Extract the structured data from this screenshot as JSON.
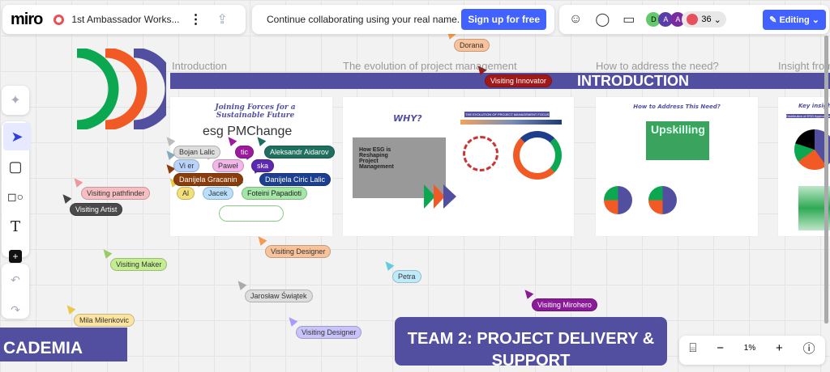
{
  "topbar": {
    "logo": "miro",
    "board_title": "1st Ambassador Works...",
    "banner_text": "Continue collaborating using your real name.",
    "signup_label": "Sign up for free",
    "avatars": [
      "D",
      "A",
      "A"
    ],
    "user_count": "36",
    "editing_label": "Editing"
  },
  "frames": {
    "introduction_banner": "INTRODUCTION",
    "titles": [
      "Introduction",
      "The evolution of project management",
      "How to address the need?",
      "Insight from"
    ],
    "card1": {
      "heading": "Joining Forces for a Sustainable Future",
      "logo": "esg PMChange"
    },
    "card2": {
      "heading": "WHY?",
      "photo_caption": "How ESG is Reshaping Project Management",
      "chart_title": "THE EVOLUTION OF PROJECT MANAGEMENT FOCUS"
    },
    "card3": {
      "heading": "How to Address This Need?",
      "upskilling": "Upskilling"
    },
    "card4": {
      "heading": "Key insight",
      "subtitle": "Distribution of ESG Approaches"
    }
  },
  "bottom": {
    "academia": "CADEMIA",
    "team2": "TEAM 2: PROJECT DELIVERY & SUPPORT"
  },
  "cursors": [
    "Dorana",
    "Visiting Innovator",
    "tic",
    "Bojan Lalic",
    "Aleksandr Aidarov",
    "Vi     er",
    "Paweł",
    "ska",
    "Danijela Gracanin",
    "Danijela Ciric Lalic",
    "Al",
    "Jacek",
    "Foteini Papadioti",
    "Visiting pathfinder",
    "Visiting Artist",
    "Visiting Maker",
    "Visiting Designer",
    "Petra",
    "Jarosław Świątek",
    "Visiting Mirohero",
    "Visiting Designer",
    "Mila Milenkovic"
  ],
  "zoom": {
    "level": "1%"
  }
}
